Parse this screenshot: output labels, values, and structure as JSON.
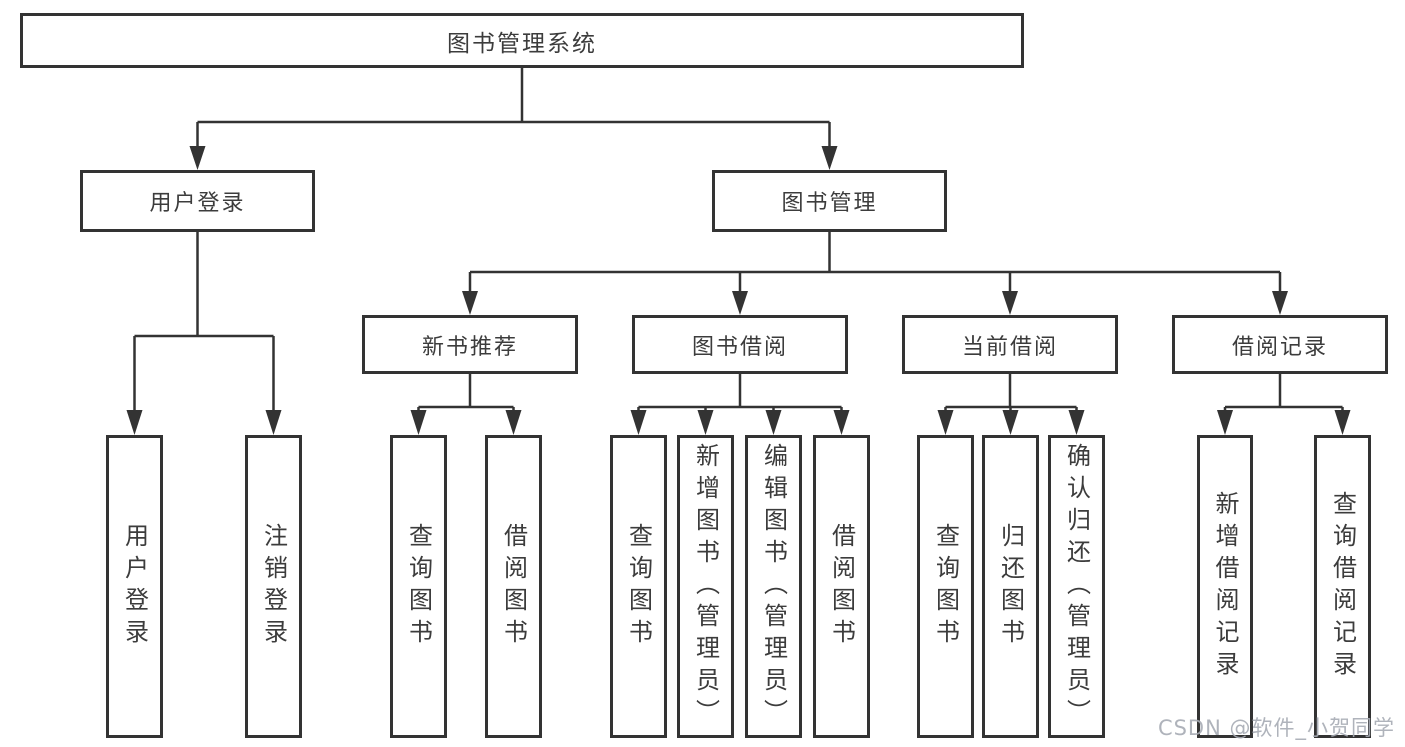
{
  "colors": {
    "line": "#333333",
    "box_border": "#333333",
    "box_fill": "#ffffff",
    "text": "#3c3c3c",
    "watermark": "#a6abb4",
    "background": "#ffffff"
  },
  "diagram": {
    "root": {
      "label": "图书管理系统"
    },
    "level2": {
      "user_login": {
        "label": "用户登录"
      },
      "book_management": {
        "label": "图书管理"
      }
    },
    "level3": {
      "new_book_recommendation": {
        "label": "新书推荐"
      },
      "book_borrowing": {
        "label": "图书借阅"
      },
      "current_borrowing": {
        "label": "当前借阅"
      },
      "borrowing_records": {
        "label": "借阅记录"
      }
    },
    "leaves": {
      "user_login": {
        "label": "用户登录"
      },
      "logout": {
        "label": "注销登录"
      },
      "recommend_query_books": {
        "label": "查询图书"
      },
      "recommend_borrow_books": {
        "label": "借阅图书"
      },
      "borrowing_query_books": {
        "label": "查询图书"
      },
      "borrowing_add_books_admin": {
        "label": "新增图书（管理员）"
      },
      "borrowing_edit_books_admin": {
        "label": "编辑图书（管理员）"
      },
      "borrowing_borrow_books": {
        "label": "借阅图书"
      },
      "current_query_books": {
        "label": "查询图书"
      },
      "current_return_books": {
        "label": "归还图书"
      },
      "current_confirm_return_admin": {
        "label": "确认归还（管理员）"
      },
      "records_add_borrow_record": {
        "label": "新增借阅记录"
      },
      "records_query_borrow_record": {
        "label": "查询借阅记录"
      }
    }
  },
  "watermark": {
    "text": "CSDN @软件_小贺同学"
  }
}
